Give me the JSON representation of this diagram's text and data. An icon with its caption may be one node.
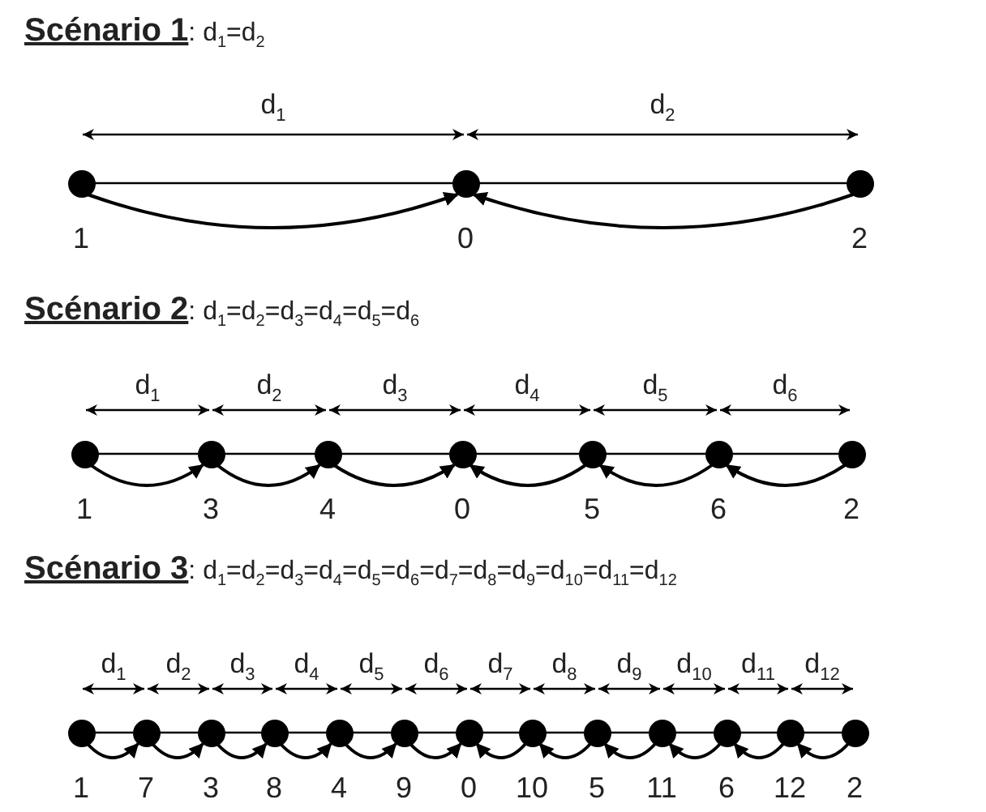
{
  "diagram": {
    "nodes": [
      {
        "text": [
          "1"
        ]
      },
      {
        "text": [
          "0"
        ]
      },
      {
        "text": [
          "2"
        ]
      },
      {
        "text": [
          "1"
        ]
      },
      {
        "text": [
          "3"
        ]
      },
      {
        "text": [
          "4"
        ]
      },
      {
        "text": [
          "0"
        ]
      },
      {
        "text": [
          "5"
        ]
      },
      {
        "text": [
          "6"
        ]
      },
      {
        "text": [
          "2"
        ]
      },
      {
        "text": [
          "1"
        ]
      },
      {
        "text": [
          "7"
        ]
      },
      {
        "text": [
          "3"
        ]
      },
      {
        "text": [
          "8"
        ]
      },
      {
        "text": [
          "4"
        ]
      },
      {
        "text": [
          "9"
        ]
      },
      {
        "text": [
          "0"
        ]
      },
      {
        "text": [
          "10"
        ]
      },
      {
        "text": [
          "5"
        ]
      },
      {
        "text": [
          "11"
        ]
      },
      {
        "text": [
          "6"
        ]
      },
      {
        "text": [
          "12"
        ]
      },
      {
        "text": [
          "2"
        ]
      }
    ],
    "edges": [
      {
        "from": 0,
        "to": 1,
        "arrow": "none"
      },
      {
        "from": 1,
        "to": 2,
        "arrow": "none"
      },
      {
        "from": 0,
        "to": 1,
        "arrow": "to"
      },
      {
        "from": 2,
        "to": 1,
        "arrow": "to"
      },
      {
        "from": 3,
        "to": 4,
        "arrow": "none"
      },
      {
        "from": 4,
        "to": 5,
        "arrow": "none"
      },
      {
        "from": 5,
        "to": 6,
        "arrow": "none"
      },
      {
        "from": 6,
        "to": 7,
        "arrow": "none"
      },
      {
        "from": 7,
        "to": 8,
        "arrow": "none"
      },
      {
        "from": 8,
        "to": 9,
        "arrow": "none"
      },
      {
        "from": 3,
        "to": 4,
        "arrow": "to"
      },
      {
        "from": 4,
        "to": 5,
        "arrow": "to"
      },
      {
        "from": 5,
        "to": 6,
        "arrow": "to"
      },
      {
        "from": 9,
        "to": 8,
        "arrow": "to"
      },
      {
        "from": 8,
        "to": 7,
        "arrow": "to"
      },
      {
        "from": 7,
        "to": 6,
        "arrow": "to"
      },
      {
        "from": 10,
        "to": 11,
        "arrow": "none"
      },
      {
        "from": 11,
        "to": 12,
        "arrow": "none"
      },
      {
        "from": 12,
        "to": 13,
        "arrow": "none"
      },
      {
        "from": 13,
        "to": 14,
        "arrow": "none"
      },
      {
        "from": 14,
        "to": 15,
        "arrow": "none"
      },
      {
        "from": 15,
        "to": 16,
        "arrow": "none"
      },
      {
        "from": 16,
        "to": 17,
        "arrow": "none"
      },
      {
        "from": 17,
        "to": 18,
        "arrow": "none"
      },
      {
        "from": 18,
        "to": 19,
        "arrow": "none"
      },
      {
        "from": 19,
        "to": 20,
        "arrow": "none"
      },
      {
        "from": 20,
        "to": 21,
        "arrow": "none"
      },
      {
        "from": 21,
        "to": 22,
        "arrow": "none"
      },
      {
        "from": 10,
        "to": 11,
        "arrow": "to"
      },
      {
        "from": 11,
        "to": 12,
        "arrow": "to"
      },
      {
        "from": 12,
        "to": 13,
        "arrow": "to"
      },
      {
        "from": 13,
        "to": 14,
        "arrow": "to"
      },
      {
        "from": 14,
        "to": 15,
        "arrow": "to"
      },
      {
        "from": 15,
        "to": 16,
        "arrow": "to"
      },
      {
        "from": 22,
        "to": 21,
        "arrow": "to"
      },
      {
        "from": 21,
        "to": 20,
        "arrow": "to"
      },
      {
        "from": 20,
        "to": 19,
        "arrow": "to"
      },
      {
        "from": 19,
        "to": 18,
        "arrow": "to"
      },
      {
        "from": 18,
        "to": 17,
        "arrow": "to"
      },
      {
        "from": 17,
        "to": 16,
        "arrow": "to"
      }
    ],
    "labels": [
      "**Scénario 1**: d$_{1}$=d$_{2}$",
      "d$_{1}$",
      "d$_{2}$",
      "**Scénario 2**: d$_{1}$=d$_{2}$=d$_{3}$=d$_{4}$=d$_{5}$=d$_{6}$",
      "d$_{1}$",
      "d$_{2}$",
      "d$_{3}$",
      "d$_{4}$",
      "d$_{5}$",
      "d$_{6}$",
      "**Scénario 3**: d$_{1}$=d$_{2}$=d$_{3}$=d$_{4}$=d$_{5}$=d$_{6}$=d$_{7}$=d$_{8}$=d$_{9}$=d$_{10}$=d$_{11}$=d$_{12}$",
      "d$_{1}$",
      "d$_{2}$",
      "d$_{3}$",
      "d$_{4}$",
      "d$_{5}$",
      "d$_{6}$",
      "d$_{7}$",
      "d$_{8}$",
      "d$_{9}$",
      "d$_{10}$",
      "d$_{11}$",
      "d$_{12}$"
    ]
  }
}
